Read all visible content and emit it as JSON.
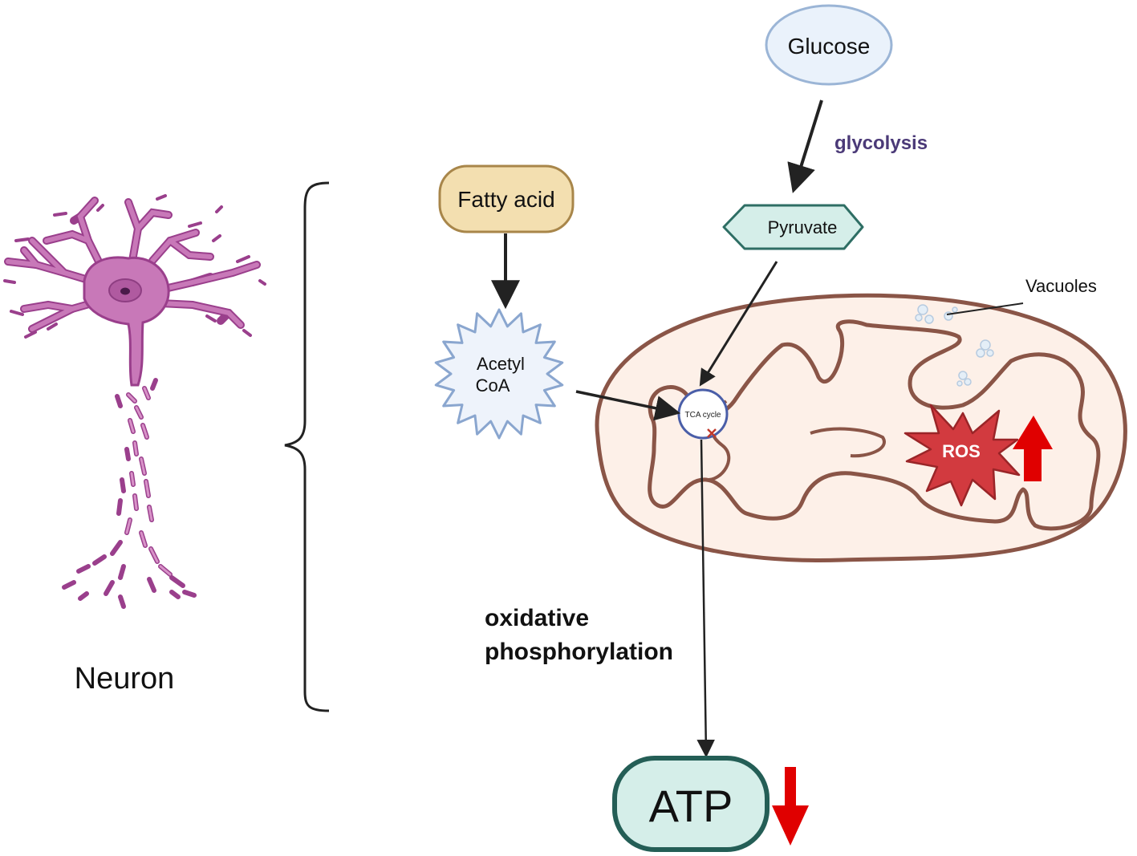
{
  "labels": {
    "neuron": "Neuron",
    "glucose": "Glucose",
    "glycolysis": "glycolysis",
    "pyruvate": "Pyruvate",
    "fatty_acid": "Fatty acid",
    "acetyl_line1": "Acetyl",
    "acetyl_line2": "CoA",
    "vacuoles": "Vacuoles",
    "tca": "TCA cycle",
    "ros": "ROS",
    "oxphos_line1": "oxidative",
    "oxphos_line2": "phosphorylation",
    "atp": "ATP"
  },
  "colors": {
    "neuron_fill": "#c878b8",
    "neuron_stroke": "#9a3f8c",
    "nucleus": "#b05aa0",
    "nucleolus": "#4a1a4a",
    "glucose_fill": "#eaf2fb",
    "glucose_stroke": "#9bb5d6",
    "glycolysis_text": "#4b3a78",
    "pyruvate_fill": "#d5eee9",
    "pyruvate_stroke": "#2e6e64",
    "fatty_fill": "#f3dfb0",
    "fatty_stroke": "#a8864a",
    "acetyl_fill": "#eef3fb",
    "acetyl_stroke": "#8aa6cf",
    "mito_fill": "#fdf0e8",
    "mito_stroke": "#8a5547",
    "ros_fill": "#d23a3f",
    "ros_stroke": "#9a2528",
    "red_arrow": "#e00000",
    "atp_fill": "#d5eee9",
    "atp_stroke": "#245e56",
    "tca_ring": "#4a5ea8",
    "arrow": "#222222"
  },
  "indicators": {
    "ros_trend": "up",
    "atp_trend": "down",
    "tca_status": "blocked"
  }
}
